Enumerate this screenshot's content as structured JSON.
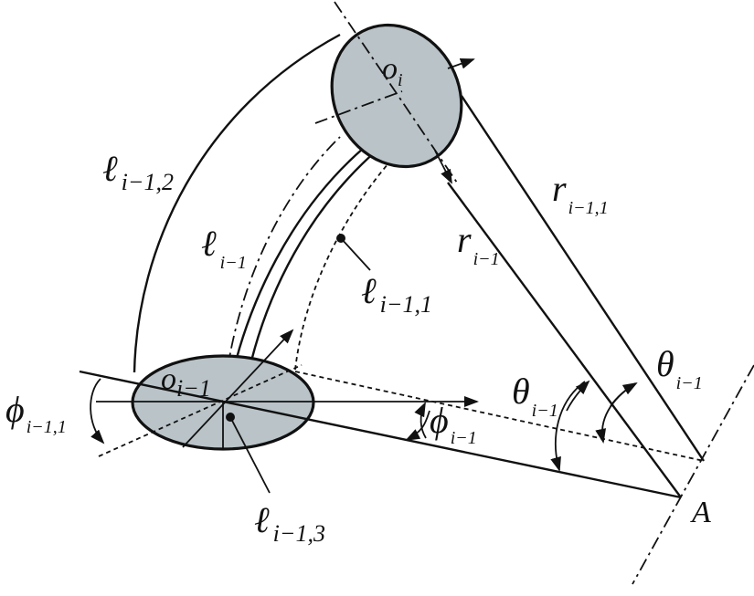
{
  "labels": {
    "o_i": {
      "base": "o",
      "sub": "i"
    },
    "o_im1": {
      "base": "o",
      "sub": "i−1"
    },
    "ell_i12": {
      "base": "ℓ",
      "sub": "i−1,2"
    },
    "ell_im1": {
      "base": "ℓ",
      "sub": "i−1"
    },
    "ell_i11": {
      "base": "ℓ",
      "sub": "i−1,1"
    },
    "ell_i13": {
      "base": "ℓ",
      "sub": "i−1,3"
    },
    "r_i11": {
      "base": "r",
      "sub": "i−1,1"
    },
    "r_im1": {
      "base": "r",
      "sub": "i−1"
    },
    "theta_left": {
      "base": "θ",
      "sub": "i−1"
    },
    "theta_right": {
      "base": "θ",
      "sub": "i−1"
    },
    "phi_i11": {
      "base": "ϕ",
      "sub": "i−1,1"
    },
    "phi_im1": {
      "base": "ϕ",
      "sub": "i−1"
    },
    "point_A": "A"
  }
}
